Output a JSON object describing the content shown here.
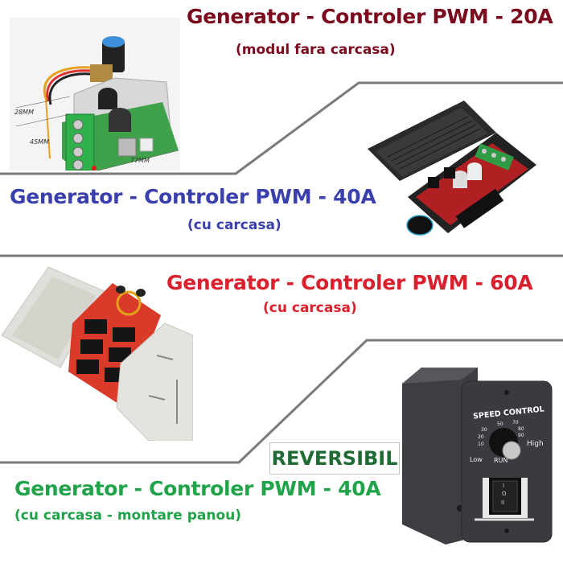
{
  "sections": [
    {
      "title": "Generator - Controler PWM - 20A",
      "subtitle": "(modul fara carcasa)",
      "color": "#7b0a1e",
      "product": "pwm-module-20a-no-case",
      "photo_labels": {
        "height": "28MM",
        "width": "45MM",
        "length": "77MM"
      }
    },
    {
      "title": "Generator - Controler PWM - 40A",
      "subtitle": "(cu carcasa)",
      "color": "#3a3fae",
      "product": "pwm-controller-40a-black-case"
    },
    {
      "title": "Generator - Controler PWM - 60A",
      "subtitle": "(cu carcasa)",
      "color": "#d9202c",
      "product": "pwm-controller-60a-grey-case"
    },
    {
      "title": "Generator - Controler PWM - 40A",
      "subtitle": "(cu carcasa - montare panou)",
      "color": "#21a34a",
      "product": "pwm-controller-40a-panel-mount",
      "badge": "REVERSIBIL",
      "badge_color": "#1f6b33",
      "panel": {
        "heading": "SPEED CONTROL",
        "scale": [
          "10",
          "20",
          "30",
          "50",
          "70",
          "80",
          "90"
        ],
        "low": "Low",
        "high": "High",
        "run": "RUN",
        "switch_marks": [
          "I",
          "O",
          "II"
        ]
      }
    }
  ],
  "divider_color": "#777777"
}
